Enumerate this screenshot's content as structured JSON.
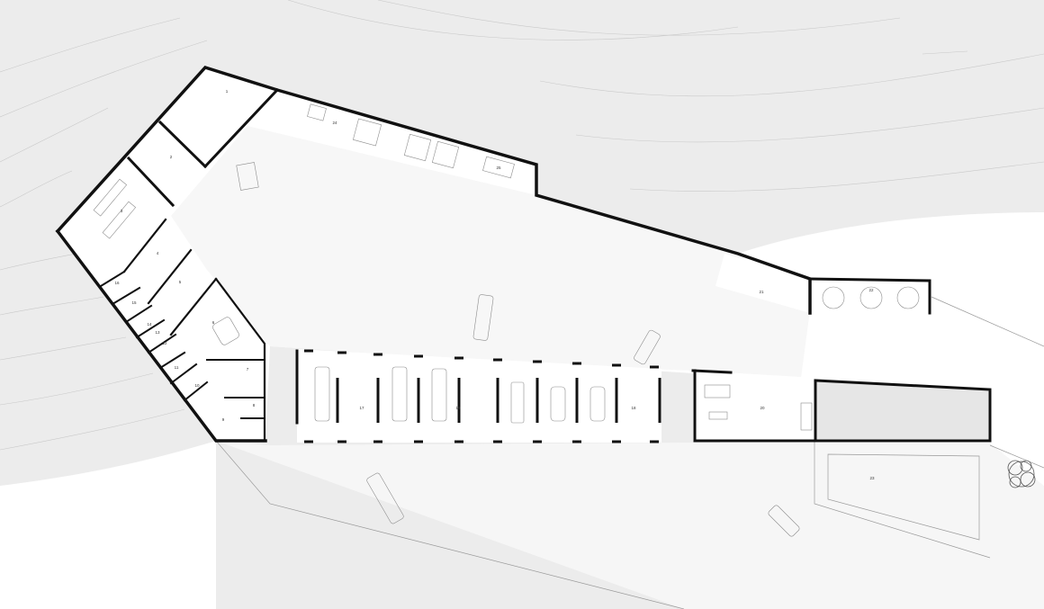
{
  "colors": {
    "terrain": "#ececec",
    "ground": "#ffffff",
    "yard": "#f4f4f4",
    "interior": "#ffffff",
    "wall": "#111111",
    "dark_room": "#e6e6e6"
  },
  "rooms": [
    {
      "id": "r1",
      "label": "1"
    },
    {
      "id": "r2",
      "label": "2"
    },
    {
      "id": "r3",
      "label": "3"
    },
    {
      "id": "r4",
      "label": "4"
    },
    {
      "id": "r5",
      "label": "5"
    },
    {
      "id": "r6",
      "label": "6"
    },
    {
      "id": "r7",
      "label": "7"
    },
    {
      "id": "r8",
      "label": "8"
    },
    {
      "id": "r9",
      "label": "9"
    },
    {
      "id": "r10",
      "label": "10"
    },
    {
      "id": "r11",
      "label": "11"
    },
    {
      "id": "r12",
      "label": "12"
    },
    {
      "id": "r13",
      "label": "13"
    },
    {
      "id": "r14",
      "label": "14"
    },
    {
      "id": "r15",
      "label": "15"
    },
    {
      "id": "r16",
      "label": "16"
    },
    {
      "id": "r17",
      "label": "17"
    },
    {
      "id": "r18",
      "label": "18"
    },
    {
      "id": "r19",
      "label": "19"
    },
    {
      "id": "r20",
      "label": "20"
    },
    {
      "id": "r21",
      "label": "21"
    },
    {
      "id": "r22",
      "label": "22"
    },
    {
      "id": "r23",
      "label": "23"
    },
    {
      "id": "r24",
      "label": "24"
    },
    {
      "id": "r25",
      "label": "25"
    }
  ],
  "icons": {
    "tree": "tree-icon",
    "vehicle": "vehicle-icon",
    "truck": "truck-icon"
  }
}
